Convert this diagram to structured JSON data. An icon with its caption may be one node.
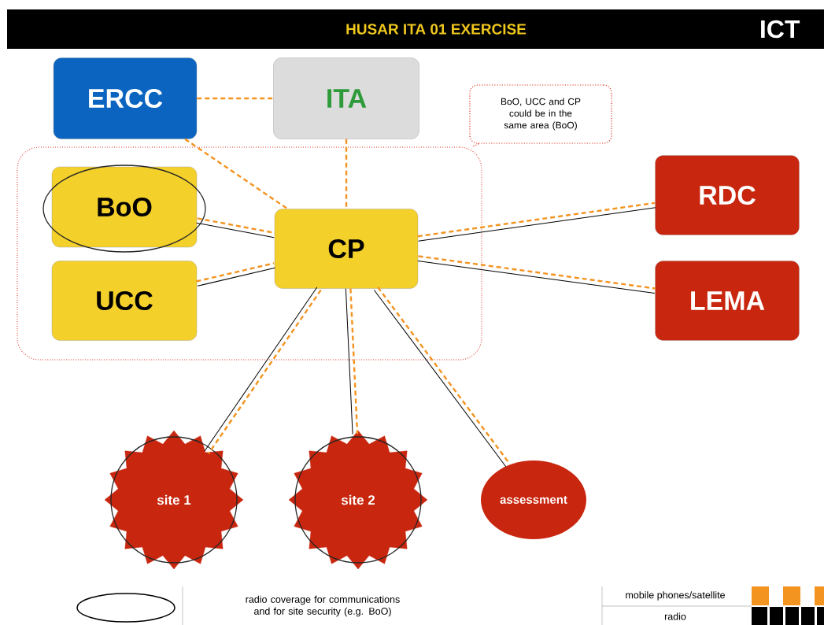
{
  "diagram": {
    "title": "HUSAR ITA 01 EXERCISE",
    "nodes": [
      {
        "text": [
          "ERCC"
        ]
      },
      {
        "text": [
          "ITA"
        ]
      },
      {
        "text": [
          "BoO, UCC and CP could be in the same area (BoO)"
        ]
      },
      {
        "text": [],
        "shape": "box"
      },
      {
        "text": [
          "BoO"
        ],
        "in": 3
      },
      {
        "text": [
          "UCC"
        ],
        "in": 3
      },
      {
        "text": [
          "CP"
        ],
        "in": 3
      },
      {
        "text": [
          "RDC"
        ]
      },
      {
        "text": [
          "LEMA"
        ]
      },
      {
        "text": [
          "site 1"
        ]
      },
      {
        "text": [
          "site 2"
        ]
      },
      {
        "text": [
          "assessment"
        ]
      }
    ],
    "edges": [
      {
        "from": 0,
        "to": 1,
        "arrow": "none",
        "style": "dashed"
      },
      {
        "from": 0,
        "to": 6,
        "arrow": "none",
        "style": "dashed"
      },
      {
        "from": 1,
        "to": 6,
        "arrow": "none",
        "style": "dashed"
      },
      {
        "from": 2,
        "to": 3,
        "arrow": "none",
        "style": "dashed",
        "color": "#e03020"
      },
      {
        "from": 4,
        "to": 6,
        "arrow": "none",
        "style": "dashed"
      },
      {
        "from": 4,
        "to": 6,
        "arrow": "none",
        "color": "#000000"
      },
      {
        "from": 5,
        "to": 6,
        "arrow": "none",
        "style": "dashed"
      },
      {
        "from": 5,
        "to": 6,
        "arrow": "none",
        "color": "#000000"
      },
      {
        "from": 6,
        "to": 7,
        "arrow": "none",
        "style": "dashed"
      },
      {
        "from": 6,
        "to": 7,
        "arrow": "none",
        "color": "#000000"
      },
      {
        "from": 6,
        "to": 8,
        "arrow": "none",
        "style": "dashed"
      },
      {
        "from": 6,
        "to": 8,
        "arrow": "none",
        "color": "#000000"
      },
      {
        "from": 6,
        "to": 9,
        "arrow": "none",
        "style": "dashed"
      },
      {
        "from": 6,
        "to": 9,
        "arrow": "none",
        "color": "#000000"
      },
      {
        "from": 6,
        "to": 10,
        "arrow": "none",
        "style": "dashed"
      },
      {
        "from": 6,
        "to": 10,
        "arrow": "none",
        "color": "#000000"
      },
      {
        "from": 6,
        "to": 11,
        "arrow": "none",
        "style": "dashed"
      },
      {
        "from": 6,
        "to": 11,
        "arrow": "none",
        "color": "#000000"
      }
    ],
    "labels": [
      "ICT"
    ],
    "legend": [
      {
        "text": "radio coverage for communications and for site security (e.g. BoO)"
      },
      {
        "text": "mobile phones/satellite"
      },
      {
        "text": "radio"
      }
    ]
  }
}
